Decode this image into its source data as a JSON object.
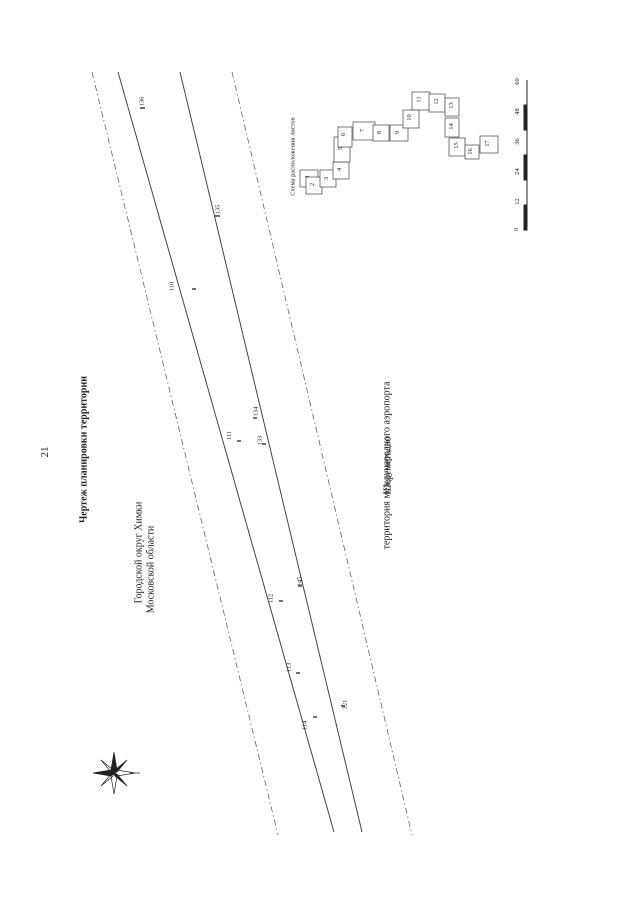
{
  "page_number": "21",
  "title": "Чертеж планировки территории",
  "district_label": {
    "line1": "Городской округ Химки",
    "line2": "Московской области"
  },
  "airport_label": {
    "line1": "территория международного аэропорта",
    "line2": "Шереметьево"
  },
  "sheet_scheme": {
    "title": "Схема расположения листов",
    "sheets": [
      "1",
      "2",
      "3",
      "4",
      "5",
      "6",
      "7",
      "8",
      "9",
      "10",
      "11",
      "12",
      "13",
      "14",
      "15",
      "16",
      "17"
    ]
  },
  "scale_bar": {
    "labels": [
      "0",
      "12",
      "24",
      "36",
      "48",
      "60"
    ]
  },
  "points": [
    "136",
    "135",
    "110",
    "111",
    "134",
    "133",
    "112",
    "145",
    "113",
    "121",
    "114"
  ],
  "colors": {
    "line": "#444444",
    "boundary": "#666666"
  }
}
